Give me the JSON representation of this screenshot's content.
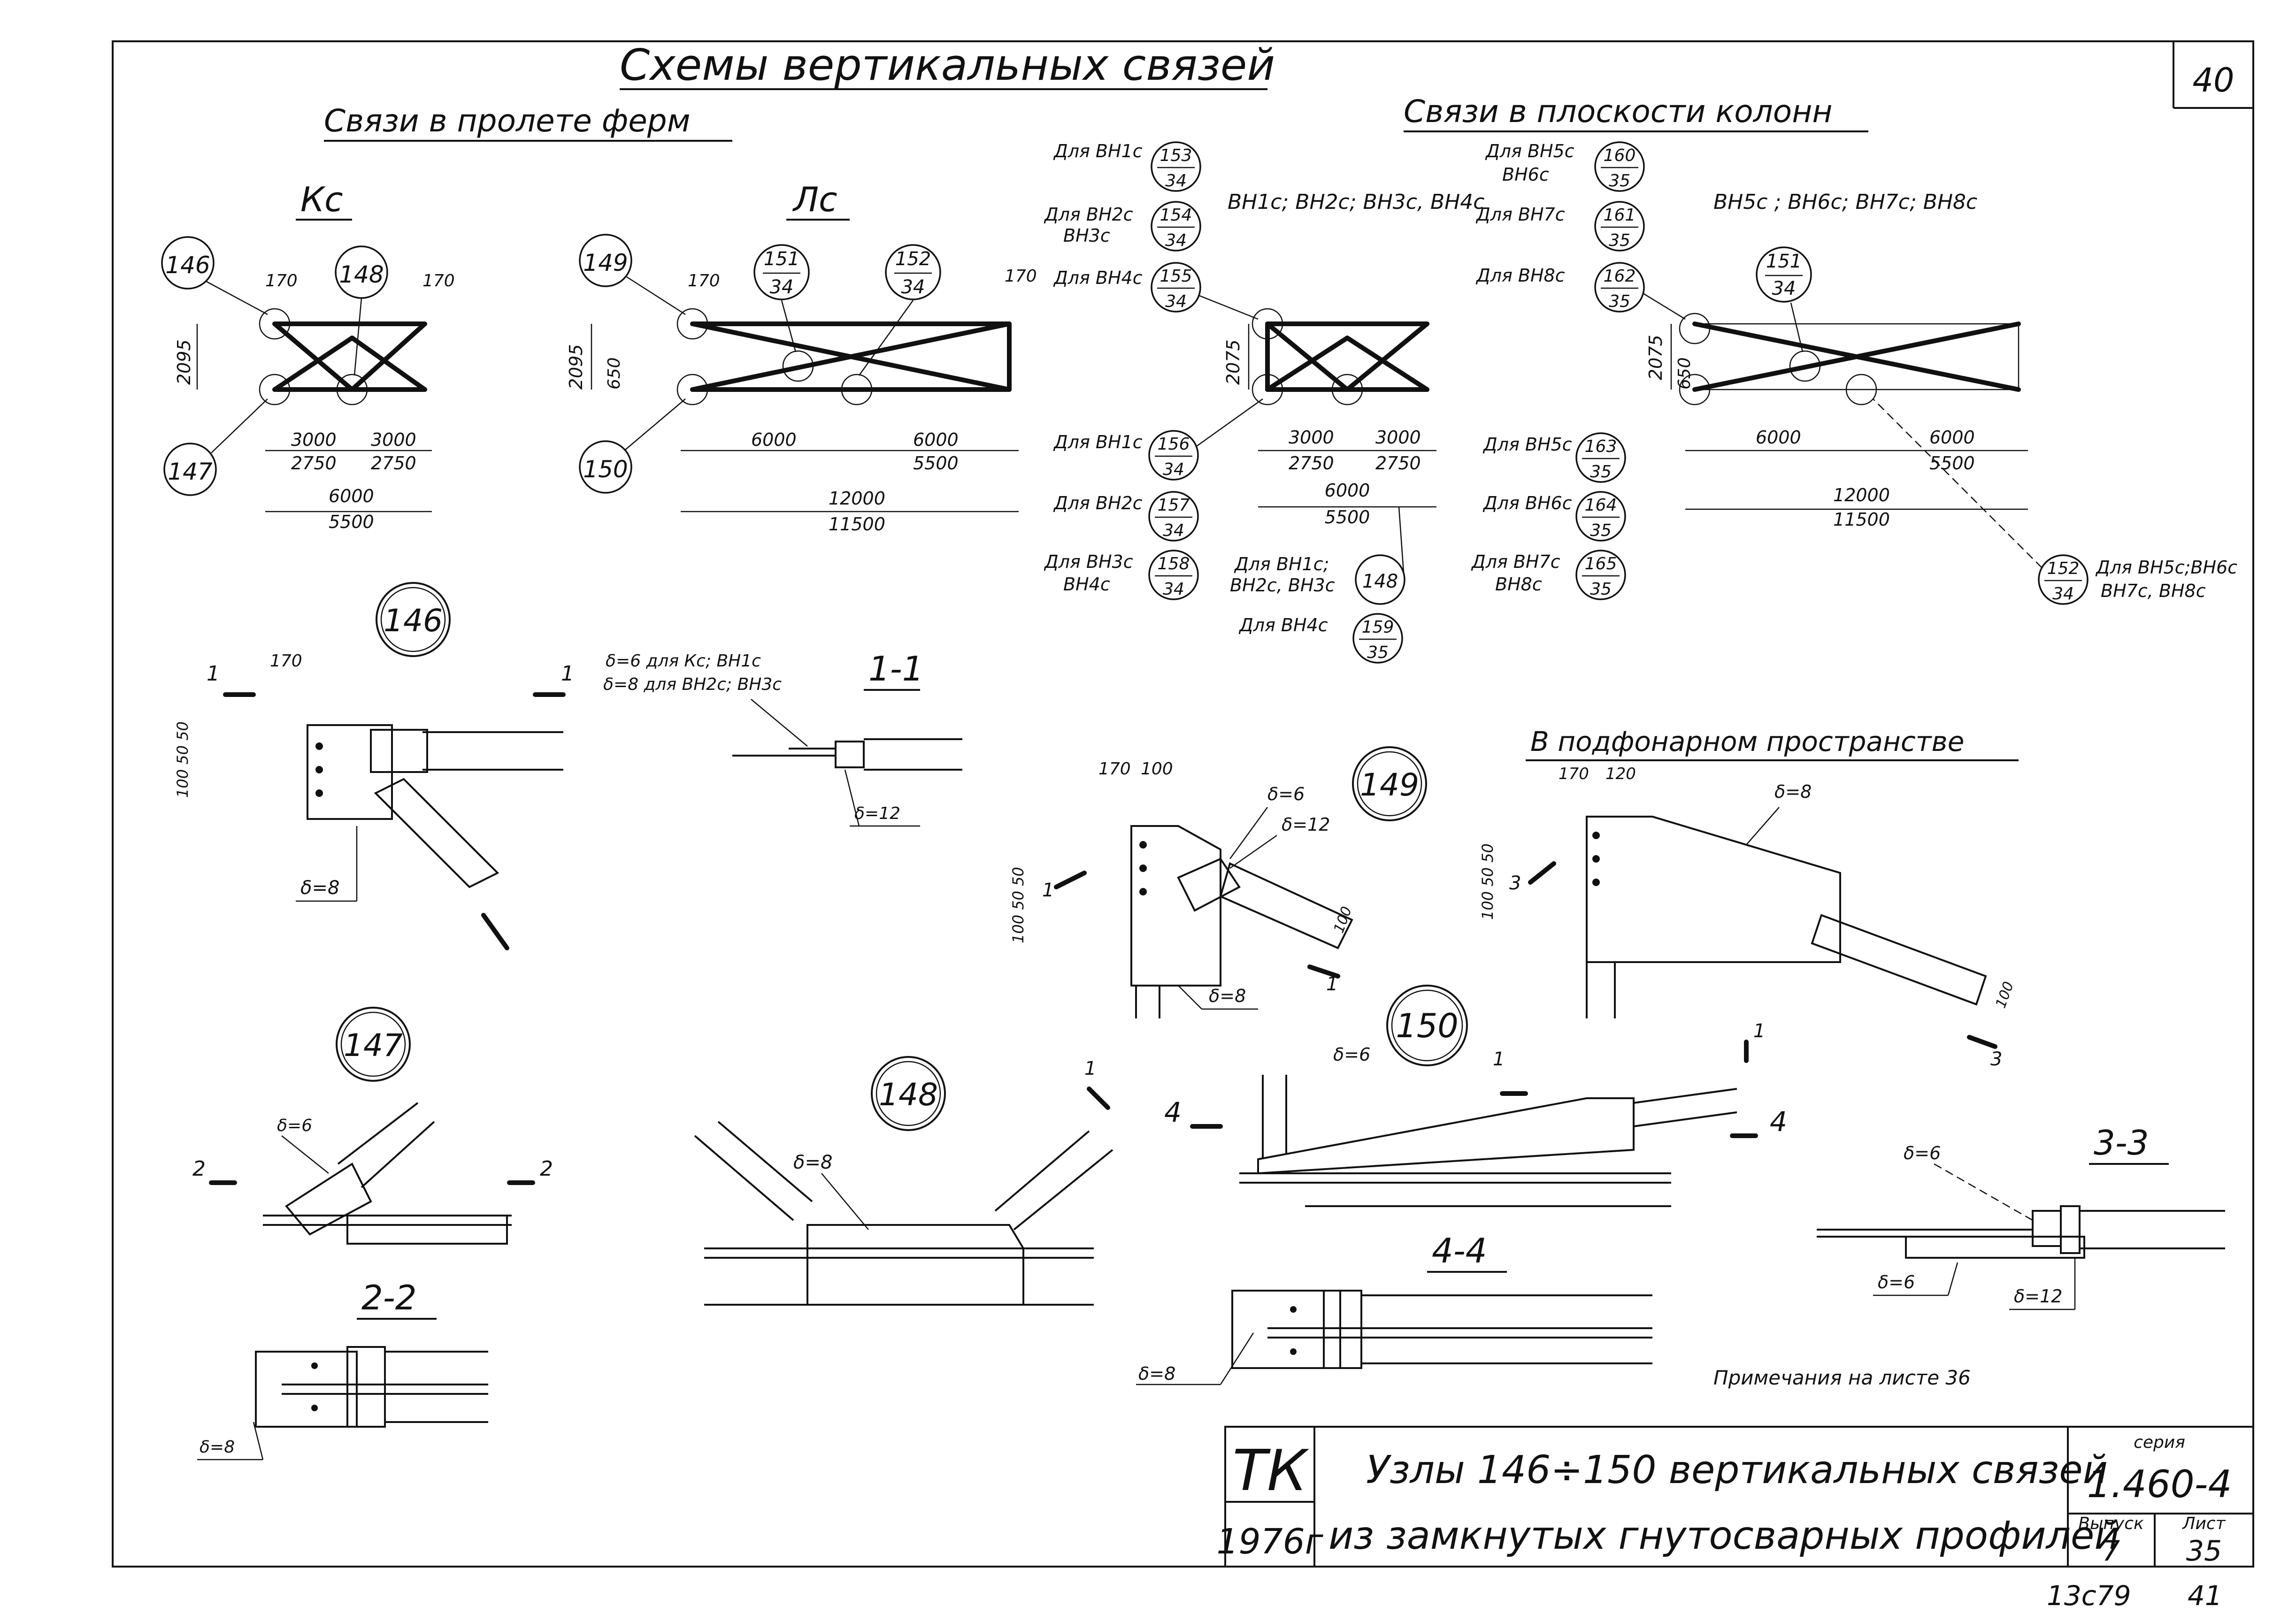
{
  "sheet_no": "40",
  "main_title": "Схемы вертикальных связей",
  "section_truss": "Связи в пролете ферм",
  "section_columns": "Связи в плоскости колонн",
  "diagram_kc": {
    "title": "Кс",
    "node_top": "146",
    "node_bottom": "147",
    "node_mid": "148",
    "d170a": "170",
    "d170b": "170",
    "height": "2095",
    "d3000a": "3000",
    "d3000b": "3000",
    "d2750a": "2750",
    "d2750b": "2750",
    "total1": "6000",
    "total2": "5500"
  },
  "diagram_lc": {
    "title": "Лс",
    "node_top": "149",
    "node_bottom": "150",
    "ref1_num": "151",
    "ref1_den": "34",
    "ref2_num": "152",
    "ref2_den": "34",
    "d170a": "170",
    "d170b": "170",
    "height": "2095",
    "height2": "650",
    "d6000a": "6000",
    "d6000b": "6000",
    "d5500": "5500",
    "total1": "12000",
    "total2": "11500"
  },
  "diagram_bh1": {
    "title": "ВН1с; ВН2с; ВН3с, ВН4с",
    "height": "2075",
    "d3000a": "3000",
    "d3000b": "3000",
    "d2750a": "2750",
    "d2750b": "2750",
    "total1": "6000",
    "total2": "5500",
    "refs_top": [
      {
        "label": "Для ВН1с",
        "num": "153",
        "den": "34"
      },
      {
        "label": "Для ВН2с",
        "label2": "ВН3с",
        "num": "154",
        "den": "34"
      },
      {
        "label": "Для ВН4с",
        "num": "155",
        "den": "34"
      }
    ],
    "refs_bottom": [
      {
        "label": "Для ВН1с",
        "num": "156",
        "den": "34"
      },
      {
        "label": "Для ВН2с",
        "num": "157",
        "den": "34"
      },
      {
        "label": "Для ВН3с",
        "label2": "ВН4с",
        "num": "158",
        "den": "34"
      }
    ],
    "ref_148_label": "Для ВН1с;",
    "ref_148_label2": "ВН2с, ВН3с",
    "ref_148": "148",
    "ref_159_label": "Для ВН4с",
    "ref_159_num": "159",
    "ref_159_den": "35"
  },
  "diagram_bh5": {
    "title": "ВН5с ; ВН6с; ВН7с; ВН8с",
    "height": "2075",
    "height2": "650",
    "ref1_num": "151",
    "ref1_den": "34",
    "d6000a": "6000",
    "d6000b": "6000",
    "d5500": "5500",
    "total1": "12000",
    "total2": "11500",
    "refs_top": [
      {
        "label": "Для ВН5с",
        "label2": "ВН6с",
        "num": "160",
        "den": "35"
      },
      {
        "label": "Для ВН7с",
        "num": "161",
        "den": "35"
      },
      {
        "label": "Для ВН8с",
        "num": "162",
        "den": "35"
      }
    ],
    "refs_bottom": [
      {
        "label": "Для ВН5с",
        "num": "163",
        "den": "35"
      },
      {
        "label": "Для ВН6с",
        "num": "164",
        "den": "35"
      },
      {
        "label": "Для ВН7с",
        "label2": "ВН8с",
        "num": "165",
        "den": "35"
      }
    ],
    "ref152_num": "152",
    "ref152_den": "34",
    "ref152_label": "Для ВН5с;ВН6с",
    "ref152_label2": "ВН7с, ВН8с"
  },
  "node146": {
    "title": "146",
    "d170": "170",
    "dims": "100 50 50",
    "delta": "δ=8",
    "cut": "1"
  },
  "section11": {
    "title": "1-1",
    "note1": "δ=6 для Кс; ВН1с",
    "note2": "δ=8 для ВН2с; ВН3с",
    "delta": "δ=12"
  },
  "node149": {
    "title": "149",
    "d170": "170",
    "d100": "100",
    "dims": "100 50 50",
    "delta6": "δ=6",
    "delta12": "δ=12",
    "delta8": "δ=8",
    "d100b": "100",
    "cut": "1"
  },
  "node_lantern": {
    "title": "В подфонарном пространстве",
    "d170": "170",
    "d120": "120",
    "dims": "100 50 50",
    "delta": "δ=8",
    "d100": "100",
    "cut": "3"
  },
  "node147": {
    "title": "147",
    "delta": "δ=6",
    "cut": "2"
  },
  "section22": {
    "title": "2-2",
    "delta": "δ=8"
  },
  "node148": {
    "title": "148",
    "delta": "δ=8",
    "cut": "1"
  },
  "node150": {
    "title": "150",
    "delta": "δ=6",
    "cut1": "1",
    "cut4": "4"
  },
  "section44": {
    "title": "4-4",
    "delta": "δ=8"
  },
  "section33": {
    "title": "3-3",
    "delta6a": "δ=6",
    "delta6b": "δ=6",
    "delta12": "δ=12"
  },
  "note": "Примечания на листе 36",
  "stamp": {
    "org": "ТК",
    "year": "1976г",
    "title_line1": "Узлы 146÷150 вертикальных связей",
    "title_line2": "из замкнутых гнутосварных профилей",
    "series_label": "серия",
    "series": "1.460-4",
    "issue_label": "Выпуск",
    "issue": "7",
    "sheet_label": "Лист",
    "sheet": "35"
  },
  "footer_left": "13c79",
  "footer_right": "41"
}
